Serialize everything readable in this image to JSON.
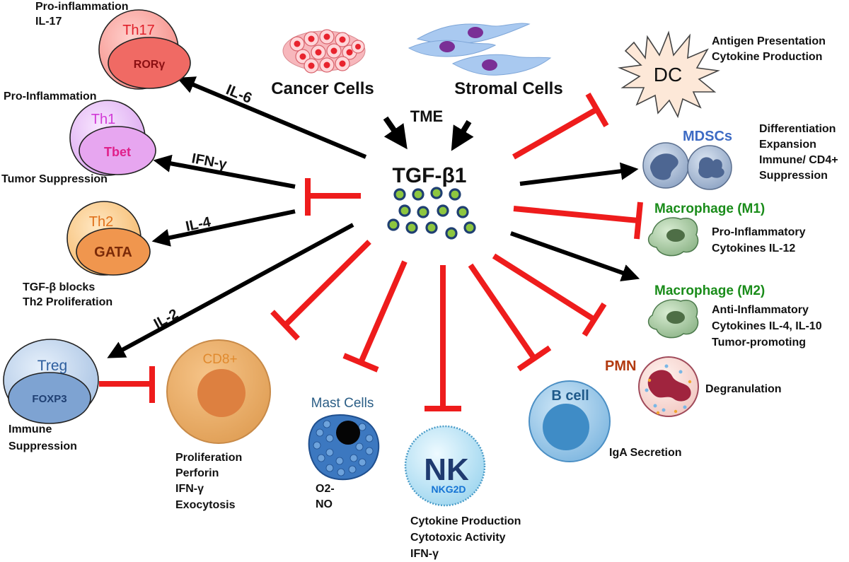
{
  "center": {
    "label": "TGF-β1",
    "tme_label": "TME",
    "cancer_label": "Cancer Cells",
    "stromal_label": "Stromal Cells"
  },
  "th17": {
    "name": "Th17",
    "tf": "RORγ",
    "note": [
      "Pro-inflammation",
      "IL-17"
    ],
    "arrow_label": "IL-6"
  },
  "th1": {
    "name": "Th1",
    "tf": "Tbet",
    "note_top": "Pro-Inflammation",
    "note_bottom": "Tumor Suppression",
    "arrow_label": "IFN-γ"
  },
  "th2": {
    "name": "Th2",
    "tf": "GATA",
    "note": [
      "TGF-β blocks",
      "Th2 Proliferation"
    ],
    "arrow_label": "IL-4"
  },
  "treg": {
    "name": "Treg",
    "tf": "FOXP3",
    "note": [
      "Immune",
      "Suppression"
    ],
    "arrow_label": "IL-2"
  },
  "cd8": {
    "name": "CD8+",
    "note": [
      "Proliferation",
      "Perforin",
      "IFN-γ",
      "Exocytosis"
    ]
  },
  "mast": {
    "name": "Mast Cells",
    "note": [
      "O2-",
      "NO"
    ]
  },
  "nk": {
    "name": "NK",
    "receptor": "NKG2D",
    "note": [
      "Cytokine Production",
      "Cytotoxic Activity",
      "IFN-γ"
    ]
  },
  "bcell": {
    "name": "B cell",
    "note": "IgA Secretion"
  },
  "pmn": {
    "name": "PMN",
    "note": "Degranulation"
  },
  "dc": {
    "name": "DC",
    "note": [
      "Antigen Presentation",
      "Cytokine Production"
    ]
  },
  "mdsc": {
    "name": "MDSCs",
    "note": [
      "Differentiation",
      "Expansion",
      "Immune/ CD4+",
      "Suppression"
    ]
  },
  "m1": {
    "name": "Macrophage (M1)",
    "note": [
      "Pro-Inflammatory",
      "Cytokines IL-12"
    ]
  },
  "m2": {
    "name": "Macrophage (M2)",
    "note": [
      "Anti-Inflammatory",
      "Cytokines IL-4, IL-10",
      "Tumor-promoting"
    ]
  },
  "colors": {
    "inhibit": "#ee1c1c",
    "promote": "#000000",
    "macrophage_label": "#1a8c1a",
    "mdsc_label": "#3d6bc4",
    "pmn_label": "#b23a10",
    "th17_label": "#e0202a",
    "th1_label": "#d13ad6",
    "th2_label": "#e0701a",
    "treg_label": "#2d5e9e",
    "cd8_label": "#e08a2e",
    "mast_label": "#2b5e86",
    "bcell_label": "#1f5a8a",
    "nk_label": "#1f3a70"
  }
}
